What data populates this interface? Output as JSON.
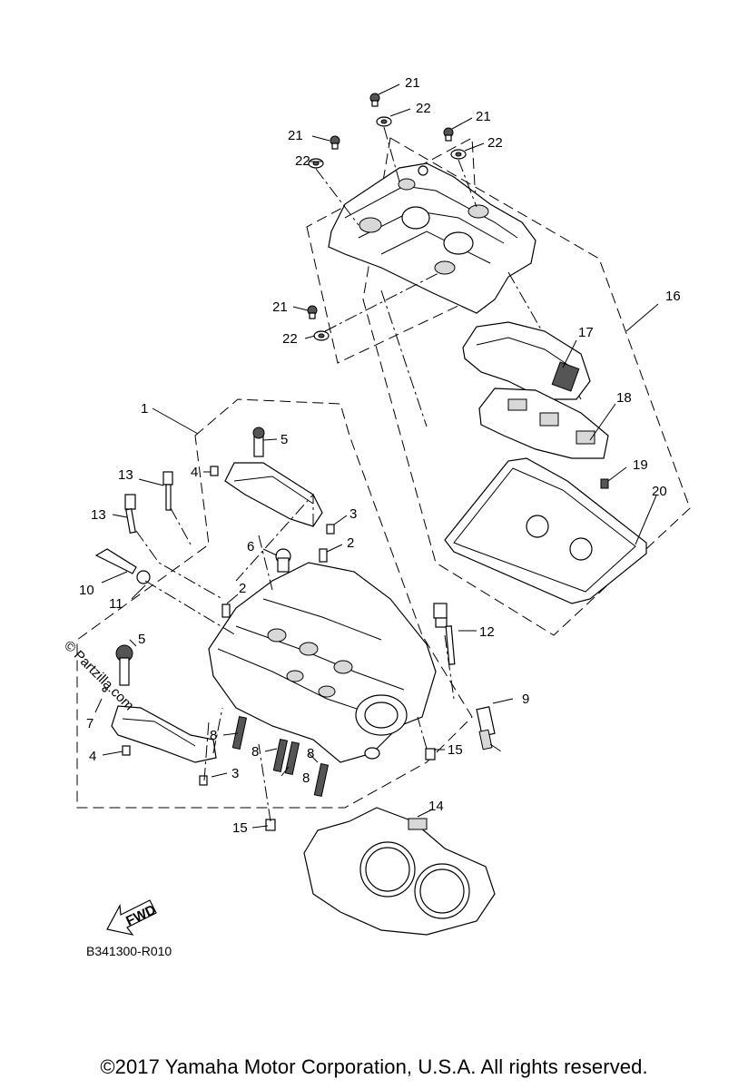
{
  "diagram": {
    "code": "B341300-R010",
    "copyright": "©2017 Yamaha Motor Corporation, U.S.A. All rights reserved.",
    "watermark": "© Partzilla.com",
    "fwd_label": "FWD",
    "callouts": [
      {
        "id": "c21a",
        "text": "21"
      },
      {
        "id": "c22a",
        "text": "22"
      },
      {
        "id": "c21b",
        "text": "21"
      },
      {
        "id": "c22b",
        "text": "22"
      },
      {
        "id": "c21c",
        "text": "21"
      },
      {
        "id": "c22c",
        "text": "22"
      },
      {
        "id": "c21d",
        "text": "21"
      },
      {
        "id": "c22d",
        "text": "22"
      },
      {
        "id": "c16",
        "text": "16"
      },
      {
        "id": "c17",
        "text": "17"
      },
      {
        "id": "c18",
        "text": "18"
      },
      {
        "id": "c19",
        "text": "19"
      },
      {
        "id": "c20",
        "text": "20"
      },
      {
        "id": "c1",
        "text": "1"
      },
      {
        "id": "c5a",
        "text": "5"
      },
      {
        "id": "c4a",
        "text": "4"
      },
      {
        "id": "c13a",
        "text": "13"
      },
      {
        "id": "c13b",
        "text": "13"
      },
      {
        "id": "c3a",
        "text": "3"
      },
      {
        "id": "c6",
        "text": "6"
      },
      {
        "id": "c2a",
        "text": "2"
      },
      {
        "id": "c10",
        "text": "10"
      },
      {
        "id": "c11",
        "text": "11"
      },
      {
        "id": "c2b",
        "text": "2"
      },
      {
        "id": "c12",
        "text": "12"
      },
      {
        "id": "c5b",
        "text": "5"
      },
      {
        "id": "c7",
        "text": "7"
      },
      {
        "id": "c9",
        "text": "9"
      },
      {
        "id": "c8a",
        "text": "8"
      },
      {
        "id": "c8b",
        "text": "8"
      },
      {
        "id": "c8c",
        "text": "8"
      },
      {
        "id": "c8d",
        "text": "8"
      },
      {
        "id": "c4b",
        "text": "4"
      },
      {
        "id": "c3b",
        "text": "3"
      },
      {
        "id": "c15a",
        "text": "15"
      },
      {
        "id": "c14",
        "text": "14"
      },
      {
        "id": "c15b",
        "text": "15"
      }
    ]
  }
}
